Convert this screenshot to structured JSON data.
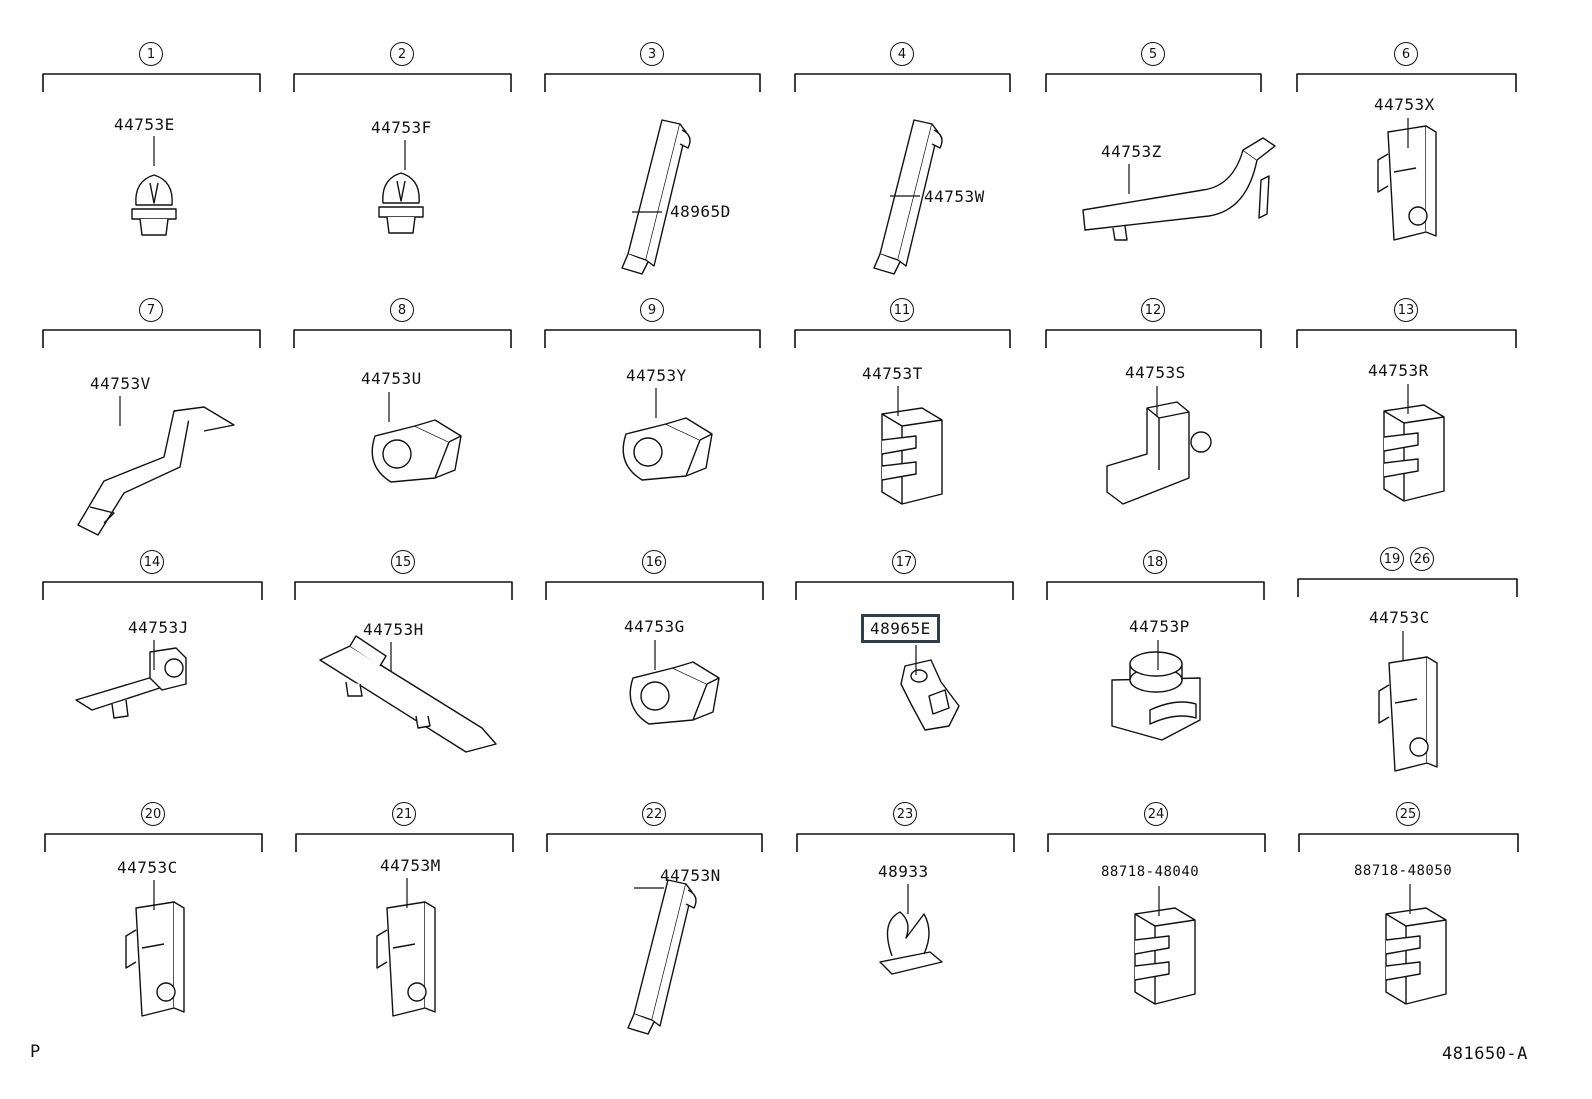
{
  "diagram": {
    "code": "481650-A",
    "prefix": "P",
    "highlight_color": "#2e3d4a",
    "cells": [
      {
        "index": "1",
        "part_number": "44753E",
        "shape": "push-clip"
      },
      {
        "index": "2",
        "part_number": "44753F",
        "shape": "push-clip"
      },
      {
        "index": "3",
        "part_number": "48965D",
        "shape": "long-bracket"
      },
      {
        "index": "4",
        "part_number": "44753W",
        "shape": "long-bracket"
      },
      {
        "index": "5",
        "part_number": "44753Z",
        "shape": "flat-bracket"
      },
      {
        "index": "6",
        "part_number": "44753X",
        "shape": "tall-clip"
      },
      {
        "index": "7",
        "part_number": "44753V",
        "shape": "angled-bracket"
      },
      {
        "index": "8",
        "part_number": "44753U",
        "shape": "round-clip"
      },
      {
        "index": "9",
        "part_number": "44753Y",
        "shape": "round-clip"
      },
      {
        "index": "11",
        "part_number": "44753T",
        "shape": "box-clip"
      },
      {
        "index": "12",
        "part_number": "44753S",
        "shape": "l-clip"
      },
      {
        "index": "13",
        "part_number": "44753R",
        "shape": "box-clip"
      },
      {
        "index": "14",
        "part_number": "44753J",
        "shape": "plate-clip"
      },
      {
        "index": "15",
        "part_number": "44753H",
        "shape": "rail"
      },
      {
        "index": "16",
        "part_number": "44753G",
        "shape": "round-clip"
      },
      {
        "index": "17",
        "part_number": "48965E",
        "shape": "small-clip"
      },
      {
        "index": "18",
        "part_number": "44753P",
        "shape": "cap-clip"
      },
      {
        "index": "19",
        "second_index": "26",
        "part_number": "44753C",
        "shape": "tall-clip"
      },
      {
        "index": "20",
        "part_number": "44753C",
        "shape": "tall-clip"
      },
      {
        "index": "21",
        "part_number": "44753M",
        "shape": "tall-clip"
      },
      {
        "index": "22",
        "part_number": "44753N",
        "shape": "long-bracket"
      },
      {
        "index": "23",
        "part_number": "48933",
        "shape": "spring-clip"
      },
      {
        "index": "24",
        "part_number": "88718-48040",
        "shape": "box-clip"
      },
      {
        "index": "25",
        "part_number": "88718-48050",
        "shape": "box-clip"
      }
    ]
  }
}
